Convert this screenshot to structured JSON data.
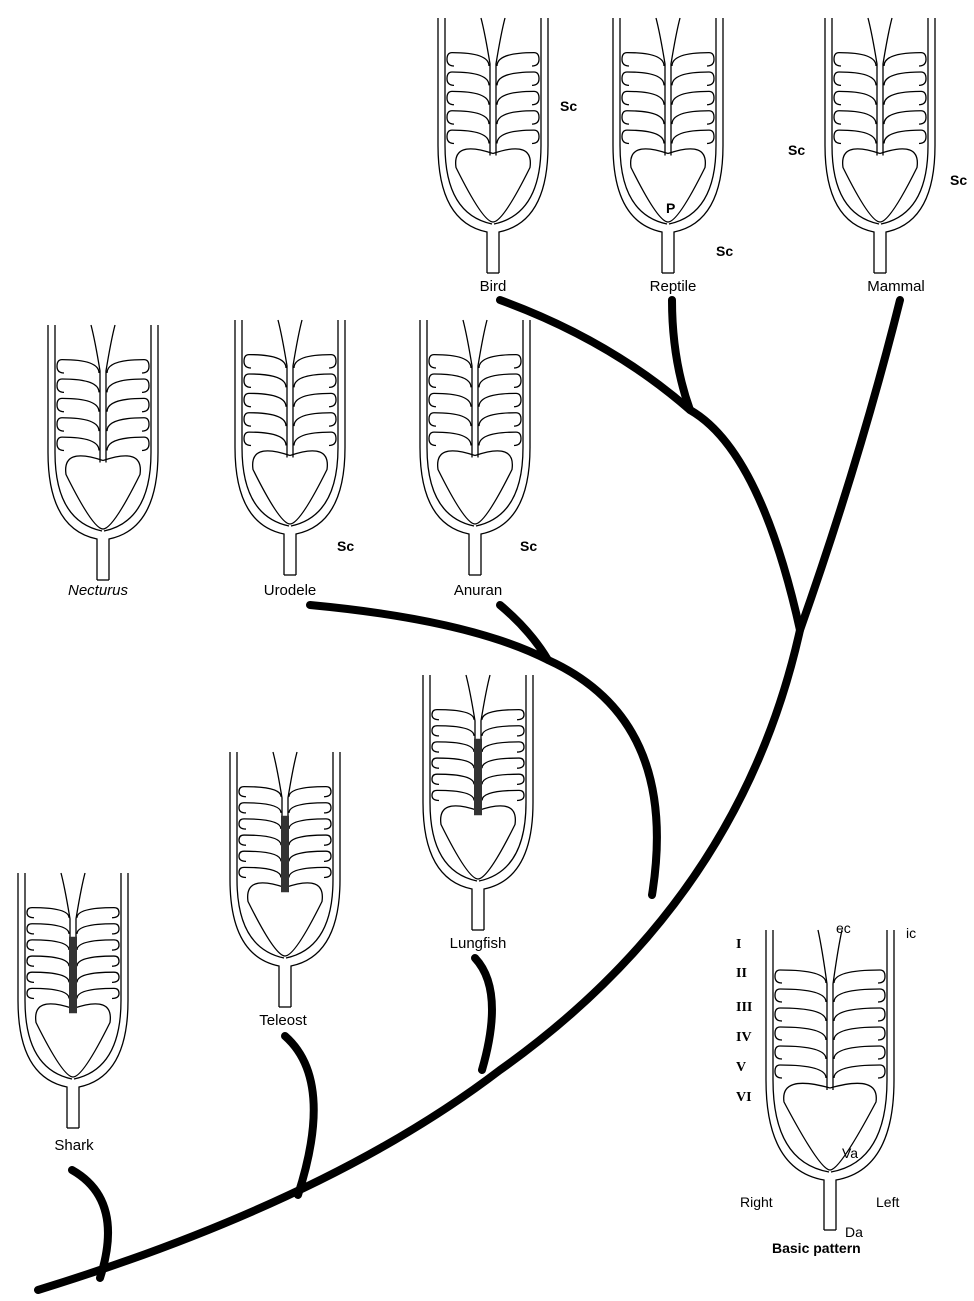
{
  "taxa": {
    "bird": "Bird",
    "reptile": "Reptile",
    "mammal": "Mammal",
    "necturus": "Necturus",
    "urodele": "Urodele",
    "anuran": "Anuran",
    "lungfish": "Lungfish",
    "teleost": "Teleost",
    "shark": "Shark"
  },
  "vessel_labels": {
    "sc": "Sc",
    "p": "P"
  },
  "basic_pattern": {
    "title": "Basic pattern",
    "arches": [
      "I",
      "II",
      "III",
      "IV",
      "V",
      "VI"
    ],
    "ec": "ec",
    "ic": "ic",
    "va": "Va",
    "da": "Da",
    "right": "Right",
    "left": "Left"
  }
}
